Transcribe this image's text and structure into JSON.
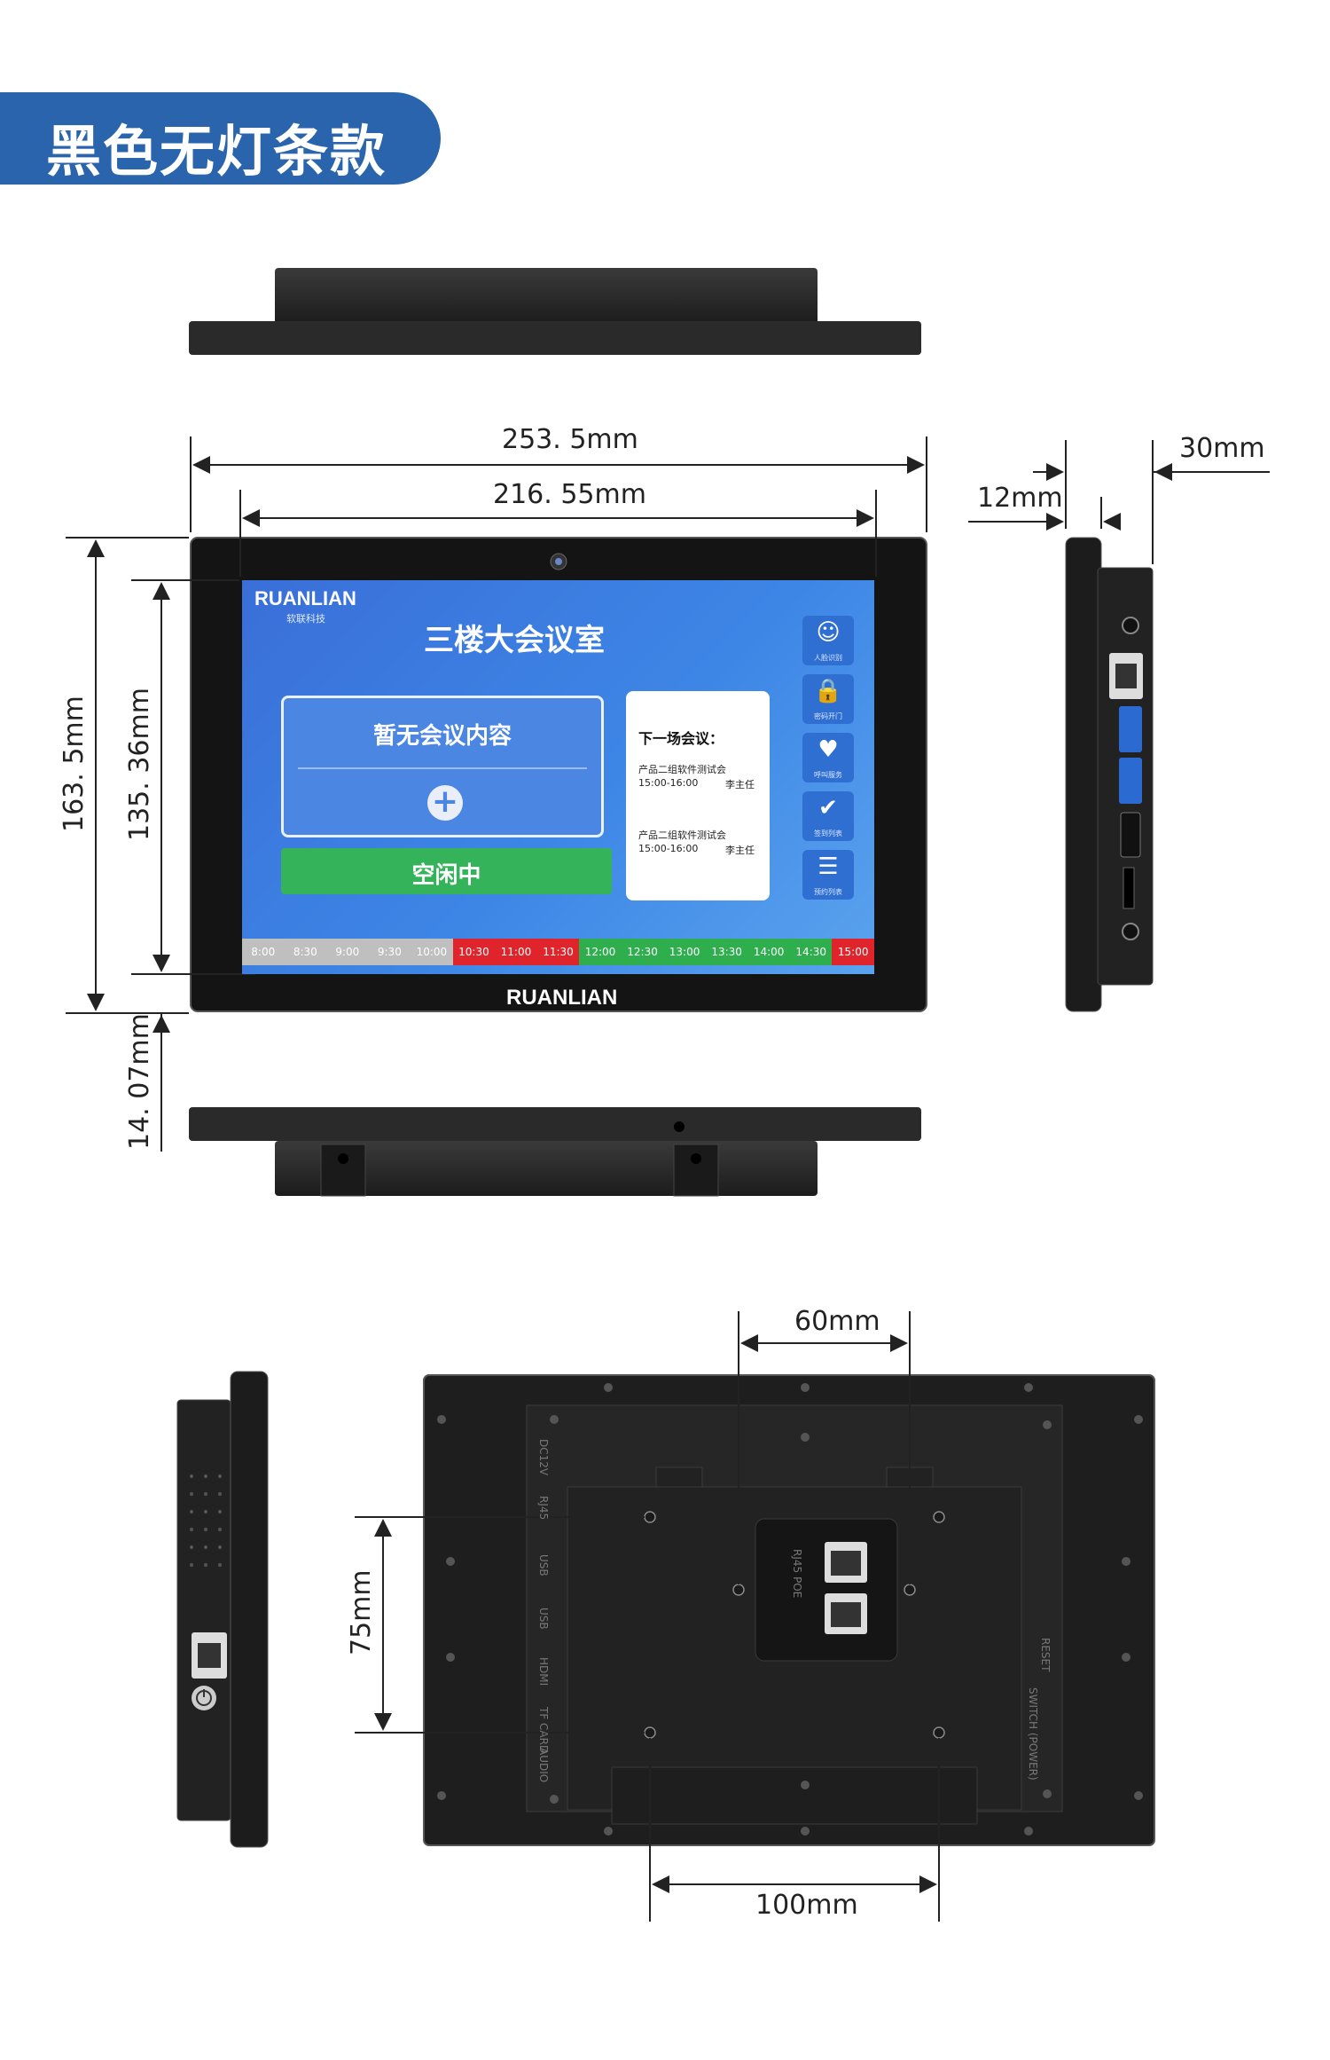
{
  "badge": {
    "title": "黑色无灯条款"
  },
  "dimensions": {
    "overall_width": "253. 5mm",
    "screen_width": "216. 55mm",
    "overall_height": "163. 5mm",
    "screen_height": "135. 36mm",
    "bottom_bezel": "14. 07mm",
    "depth_total": "30mm",
    "depth_frame": "12mm",
    "mount_h": "60mm",
    "mount_v": "75mm",
    "mount_w": "100mm"
  },
  "screen": {
    "brand": "RUANLIAN",
    "brand_sub": "软联科技",
    "room": "三楼大会议室",
    "no_meeting": "暂无会议内容",
    "plus": "+",
    "status": "空闲中",
    "next_title": "下一场会议：",
    "next_items": [
      {
        "name": "产品二组软件测试会",
        "time": "15:00-16:00",
        "host": "李主任"
      },
      {
        "name": "产品二组软件测试会",
        "time": "15:00-16:00",
        "host": "李主任"
      }
    ],
    "side_icons": [
      {
        "icon": "face-id-icon",
        "glyph": "☺",
        "label": "人脸识别"
      },
      {
        "icon": "lock-icon",
        "glyph": "🔒",
        "label": "密码开门"
      },
      {
        "icon": "heart-icon",
        "glyph": "♥",
        "label": "呼叫服务"
      },
      {
        "icon": "checkin-icon",
        "glyph": "✔",
        "label": "签到列表"
      },
      {
        "icon": "list-icon",
        "glyph": "☰",
        "label": "预约列表"
      }
    ],
    "timeline": [
      {
        "t": "8:00",
        "s": "g"
      },
      {
        "t": "8:30",
        "s": "g"
      },
      {
        "t": "9:00",
        "s": "g"
      },
      {
        "t": "9:30",
        "s": "g"
      },
      {
        "t": "10:00",
        "s": "g"
      },
      {
        "t": "10:30",
        "s": "r"
      },
      {
        "t": "11:00",
        "s": "r"
      },
      {
        "t": "11:30",
        "s": "r"
      },
      {
        "t": "12:00",
        "s": "gr"
      },
      {
        "t": "12:30",
        "s": "gr"
      },
      {
        "t": "13:00",
        "s": "gr"
      },
      {
        "t": "13:30",
        "s": "gr"
      },
      {
        "t": "14:00",
        "s": "gr"
      },
      {
        "t": "14:30",
        "s": "gr"
      },
      {
        "t": "15:00",
        "s": "r"
      }
    ]
  },
  "bezel_brand": "RUANLIAN",
  "rear_ports": [
    "DC12V",
    "RJ45",
    "USB",
    "USB",
    "HDMI",
    "TF CARD",
    "AUDIO"
  ],
  "rear_switch": "SWITCH (POWER)",
  "rear_reset": "RESET",
  "rj45_label": "RJ45 POE"
}
